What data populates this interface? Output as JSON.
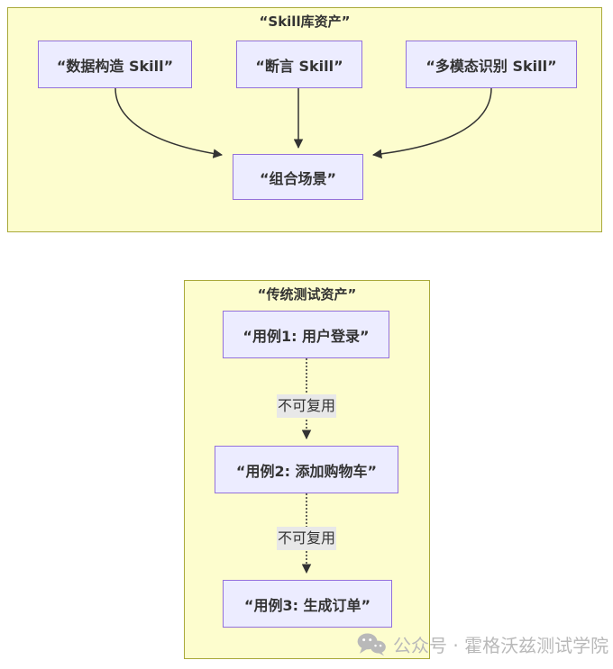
{
  "diagram": {
    "clusters": [
      {
        "title": "“Skill库资产”",
        "nodes": [
          {
            "id": "data-skill",
            "label": "“数据构造 Skill”"
          },
          {
            "id": "assert-skill",
            "label": "“断言 Skill”"
          },
          {
            "id": "multi-skill",
            "label": "“多模态识别 Skill”"
          },
          {
            "id": "combo",
            "label": "“组合场景”"
          }
        ]
      },
      {
        "title": "“传统测试资产”",
        "nodes": [
          {
            "id": "case1",
            "label": "“用例1: 用户登录”"
          },
          {
            "id": "case2",
            "label": "“用例2: 添加购物车”"
          },
          {
            "id": "case3",
            "label": "“用例3: 生成订单”"
          }
        ],
        "edge_labels": [
          "不可复用",
          "不可复用"
        ]
      }
    ]
  },
  "watermark": {
    "icon": "wechat-icon",
    "text": "公众号 · 霍格沃兹测试学院"
  },
  "colors": {
    "cluster_fill": "#fdfdce",
    "cluster_border": "#a9a93a",
    "node_fill": "#ececff",
    "node_border": "#9370db",
    "edge_label_bg": "#e8e8e8",
    "arrow": "#333333",
    "watermark": "#b9b9b9"
  }
}
